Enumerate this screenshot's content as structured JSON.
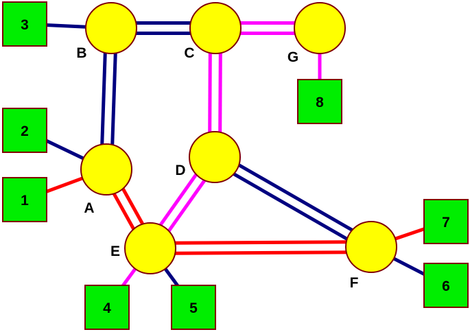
{
  "colors": {
    "blue": "#000080",
    "red": "#ff0000",
    "magenta": "#ff00ff",
    "node_fill": "#ffff00",
    "node_stroke": "#800000",
    "box_fill": "#00ee00",
    "box_stroke": "#800000"
  },
  "routers": [
    {
      "id": "A",
      "label": "A"
    },
    {
      "id": "B",
      "label": "B"
    },
    {
      "id": "C",
      "label": "C"
    },
    {
      "id": "D",
      "label": "D"
    },
    {
      "id": "E",
      "label": "E"
    },
    {
      "id": "F",
      "label": "F"
    },
    {
      "id": "G",
      "label": "G"
    }
  ],
  "hosts": [
    {
      "id": "1",
      "label": "1"
    },
    {
      "id": "2",
      "label": "2"
    },
    {
      "id": "3",
      "label": "3"
    },
    {
      "id": "4",
      "label": "4"
    },
    {
      "id": "5",
      "label": "5"
    },
    {
      "id": "6",
      "label": "6"
    },
    {
      "id": "7",
      "label": "7"
    },
    {
      "id": "8",
      "label": "8"
    }
  ],
  "links": [
    {
      "from": "3",
      "to": "B",
      "color": "blue",
      "count": 1
    },
    {
      "from": "B",
      "to": "C",
      "color": "blue",
      "count": 2
    },
    {
      "from": "C",
      "to": "G",
      "color": "magenta",
      "count": 2
    },
    {
      "from": "G",
      "to": "8",
      "color": "magenta",
      "count": 1
    },
    {
      "from": "B",
      "to": "A",
      "color": "blue",
      "count": 2
    },
    {
      "from": "C",
      "to": "D",
      "color": "magenta",
      "count": 2
    },
    {
      "from": "2",
      "to": "A",
      "color": "blue",
      "count": 1
    },
    {
      "from": "1",
      "to": "A",
      "color": "red",
      "count": 1
    },
    {
      "from": "A",
      "to": "E",
      "color": "red",
      "count": 2
    },
    {
      "from": "D",
      "to": "E",
      "color": "magenta",
      "count": 2
    },
    {
      "from": "D",
      "to": "F",
      "color": "blue",
      "count": 2
    },
    {
      "from": "E",
      "to": "F",
      "color": "red",
      "count": 2
    },
    {
      "from": "E",
      "to": "4",
      "color": "magenta",
      "count": 1
    },
    {
      "from": "E",
      "to": "5",
      "color": "blue",
      "count": 1
    },
    {
      "from": "F",
      "to": "7",
      "color": "red",
      "count": 1
    },
    {
      "from": "F",
      "to": "6",
      "color": "blue",
      "count": 1
    }
  ]
}
